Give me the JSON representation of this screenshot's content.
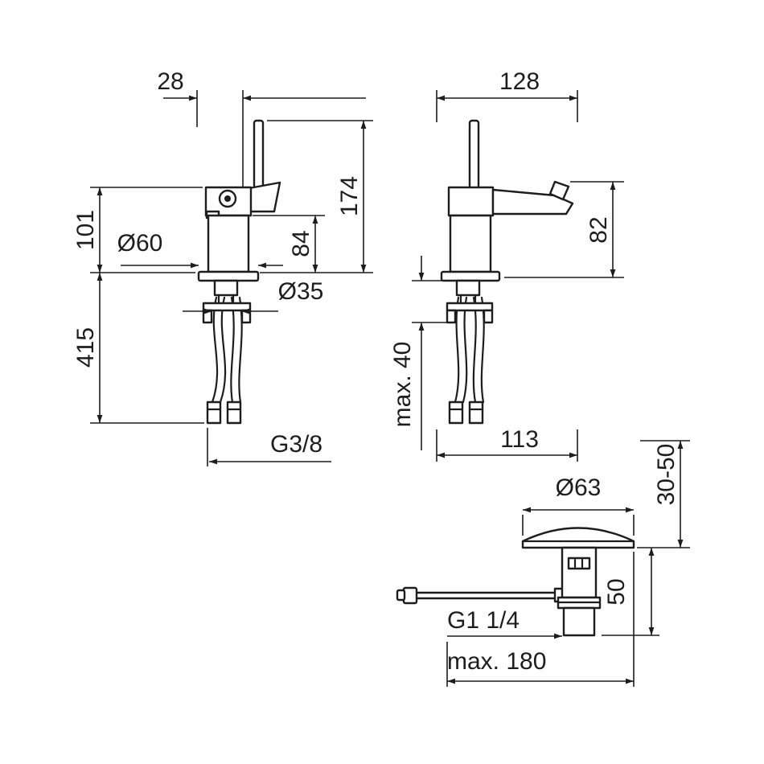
{
  "colors": {
    "line": "#1d1d1d",
    "background": "#ffffff"
  },
  "views": {
    "front": {
      "dim_lever_offset": "28",
      "dim_height_to_spout": "101",
      "dim_base_diameter": "Ø60",
      "dim_spout_height": "84",
      "dim_total_height": "174",
      "dim_hose_length": "415",
      "dim_hole_diameter": "Ø35",
      "dim_supply_thread": "G3/8"
    },
    "side": {
      "dim_depth": "128",
      "dim_outlet_height": "82",
      "dim_max_deck": "max. 40",
      "dim_projection": "113"
    },
    "waste": {
      "dim_cap_diameter": "Ø63",
      "dim_clamp_range": "30-50",
      "dim_body_height": "50",
      "dim_waste_thread": "G1 1/4",
      "dim_rod_reach": "max. 180"
    }
  }
}
